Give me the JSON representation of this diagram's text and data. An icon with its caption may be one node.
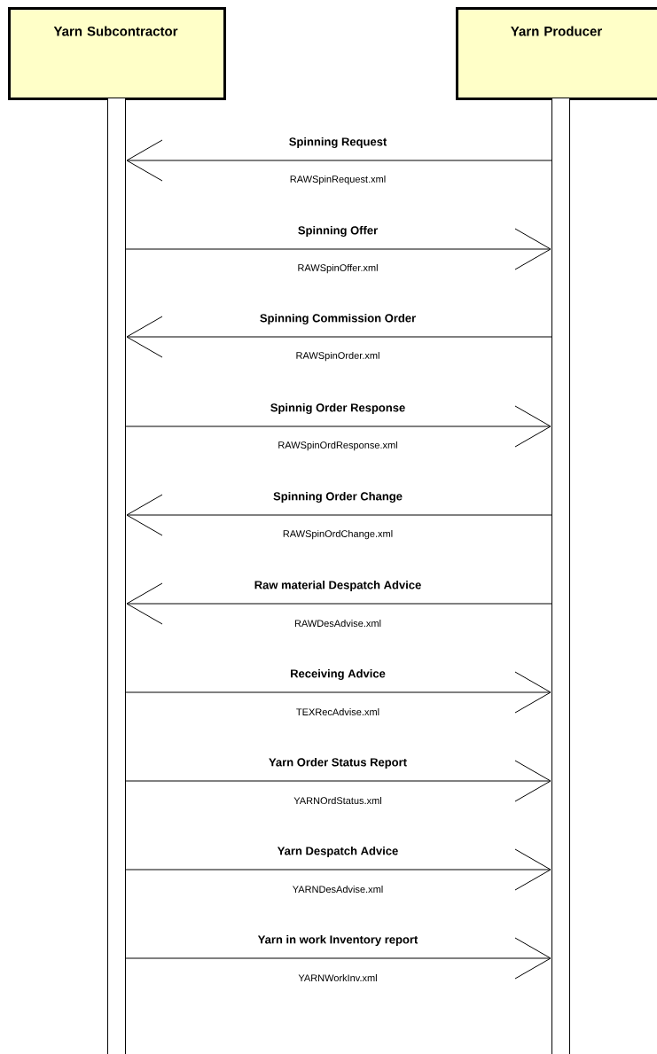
{
  "diagram": {
    "nodes": [
      {
        "text": [
          "Yarn Subcontractor"
        ]
      },
      {
        "text": [
          "Yarn Producer"
        ]
      },
      {
        "text": [],
        "shape": "bar"
      },
      {
        "text": [],
        "shape": "bar"
      }
    ],
    "edges": [
      {
        "from": 3,
        "to": 2,
        "arrow": "to",
        "label": "Spinning Request"
      },
      {
        "from": 2,
        "to": 3,
        "arrow": "to",
        "label": "Spinning Offer"
      },
      {
        "from": 3,
        "to": 2,
        "arrow": "to",
        "label": "Spinning Commission Order"
      },
      {
        "from": 2,
        "to": 3,
        "arrow": "to",
        "label": "Spinnig Order Response"
      },
      {
        "from": 3,
        "to": 2,
        "arrow": "to",
        "label": "Spinning Order Change"
      },
      {
        "from": 3,
        "to": 2,
        "arrow": "to",
        "label": "Raw material Despatch Advice"
      },
      {
        "from": 2,
        "to": 3,
        "arrow": "to",
        "label": "Receiving Advice"
      },
      {
        "from": 2,
        "to": 3,
        "arrow": "to",
        "label": "Yarn Order Status Report"
      },
      {
        "from": 2,
        "to": 3,
        "arrow": "to",
        "label": "Yarn Despatch Advice"
      },
      {
        "from": 2,
        "to": 3,
        "arrow": "to",
        "label": "Yarn in work Inventory report"
      }
    ],
    "labels": [
      "RAWSpinRequest.xml",
      "RAWSpinOffer.xml",
      "RAWSpinOrder.xml",
      "RAWSpinOrdResponse.xml",
      "RAWSpinOrdChange.xml",
      "RAWDesAdvise.xml",
      "TEXRecAdvise.xml",
      "YARNOrdStatus.xml",
      "YARNDesAdvise.xml",
      "YARNWorkInv.xml"
    ]
  }
}
